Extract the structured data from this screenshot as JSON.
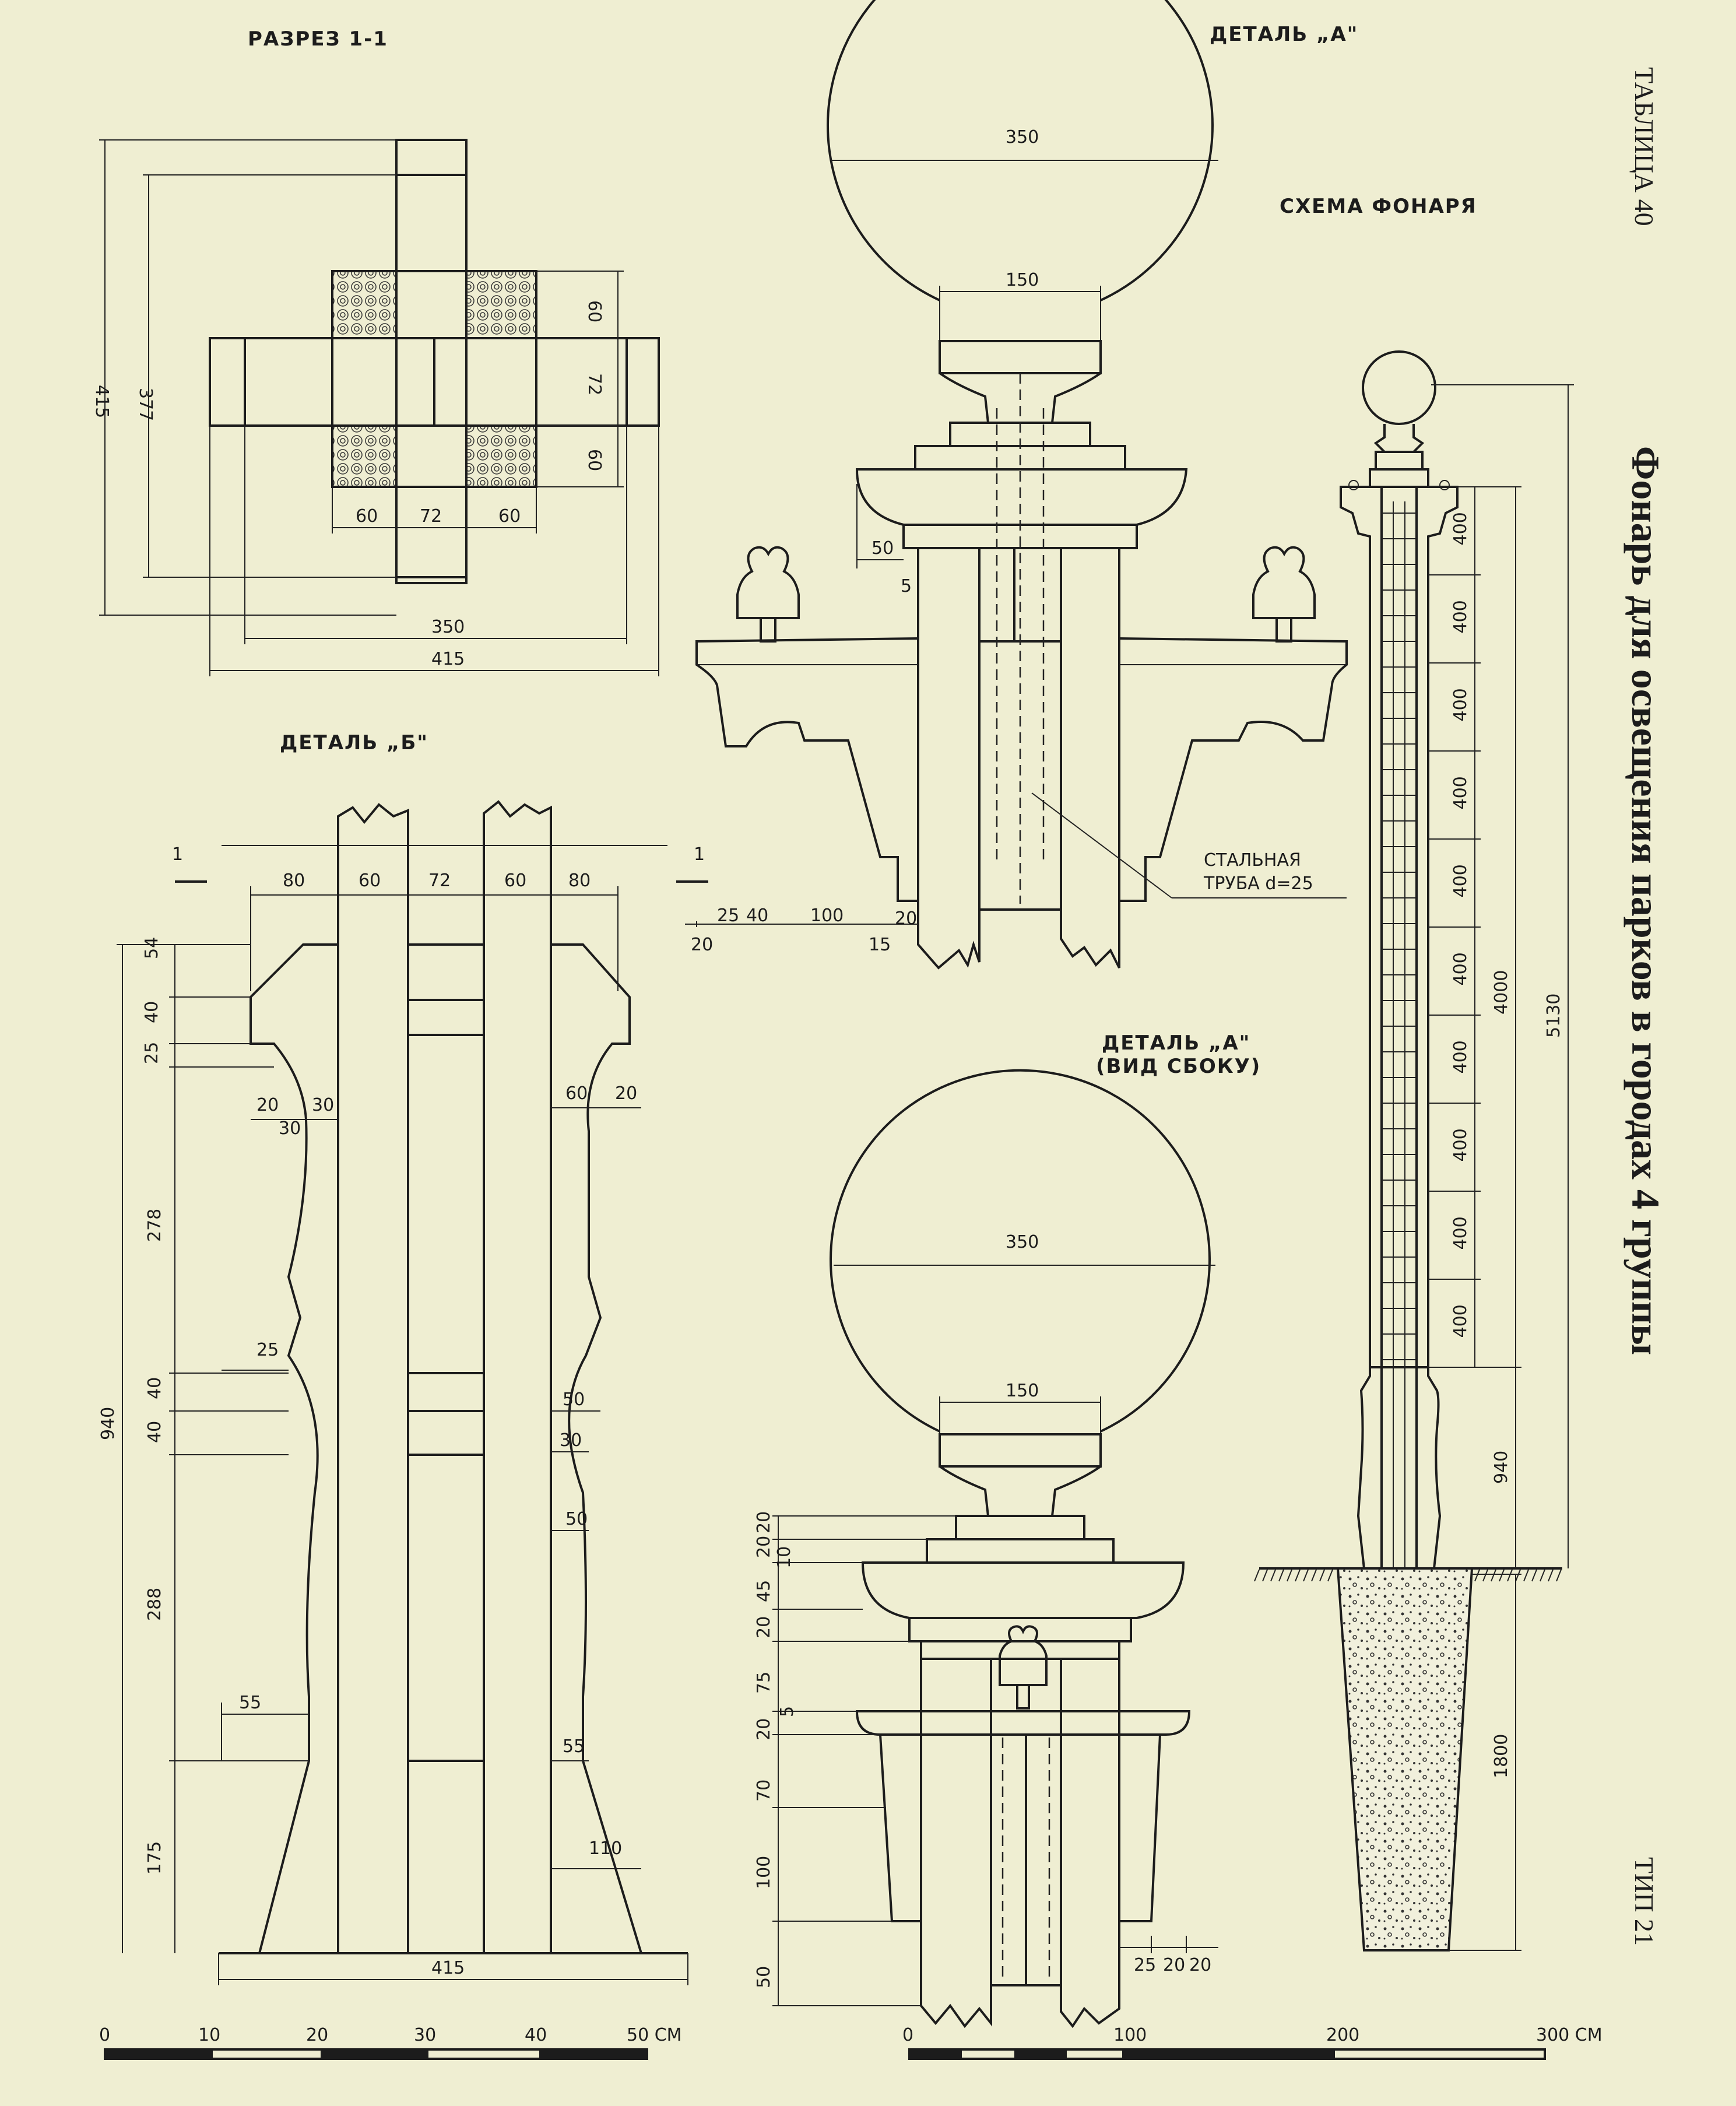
{
  "sheet": {
    "table_label": "ТАБЛИЦА 40",
    "title": "Фонарь для освещения парков в городах 4 группы",
    "type_label": "ТИП 21"
  },
  "section_1_1": {
    "title": "РАЗРЕЗ 1-1",
    "dims": {
      "d415v": "415",
      "d377": "377",
      "d60a": "60",
      "d72a": "72",
      "d60b": "60",
      "d60c": "60",
      "d72b": "72",
      "d60d": "60",
      "d350": "350",
      "d415h": "415"
    }
  },
  "detail_b": {
    "title": "ДЕТАЛЬ „Б\"",
    "cut": "1",
    "top_dims": [
      "80",
      "60",
      "72",
      "60",
      "80"
    ],
    "left_dims": {
      "d54": "54",
      "d40a": "40",
      "d25a": "25",
      "d278": "278",
      "d40b": "40",
      "d40c": "40",
      "d288": "288",
      "d175": "175",
      "d940": "940"
    },
    "inner": {
      "d20a": "20",
      "d30a": "30",
      "d30b": "30",
      "d25b": "25",
      "d55a": "55",
      "d60": "60",
      "d20b": "20",
      "d50a": "50",
      "d30c": "30",
      "d50b": "50",
      "d55b": "55",
      "d110": "110"
    },
    "bottom_dim": "415",
    "scale": [
      "0",
      "10",
      "20",
      "30",
      "40",
      "50 СМ"
    ]
  },
  "detail_a": {
    "title": "ДЕТАЛЬ „А\"",
    "globe": "350",
    "neck": "150",
    "dims": {
      "d50": "50",
      "d5": "5",
      "d25": "25",
      "d40": "40",
      "d100": "100",
      "d20a": "20",
      "d20b": "20",
      "d15": "15"
    },
    "pipe_label_1": "СТАЛЬНАЯ",
    "pipe_label_2": "ТРУБА d=25"
  },
  "detail_a_side": {
    "title": "ДЕТАЛЬ „А\"",
    "subtitle": "(ВИД СБОКУ)",
    "globe": "350",
    "neck": "150",
    "left_dims": {
      "a20": "20",
      "b20": "20",
      "c10": "10",
      "d45": "45",
      "e20": "20",
      "f75": "75",
      "g5": "5",
      "h20": "20",
      "i70": "70",
      "j100": "100",
      "k50": "50"
    },
    "bottom_dims": [
      "25",
      "20",
      "20"
    ],
    "scale": [
      "0",
      "100",
      "200",
      "300 СМ"
    ]
  },
  "scheme": {
    "title": "СХЕМА ФОНАРЯ",
    "segments": [
      "400",
      "400",
      "400",
      "400",
      "400",
      "400",
      "400",
      "400",
      "400",
      "400"
    ],
    "d4000": "4000",
    "d5130": "5130",
    "d940": "940",
    "d1800": "1800"
  }
}
